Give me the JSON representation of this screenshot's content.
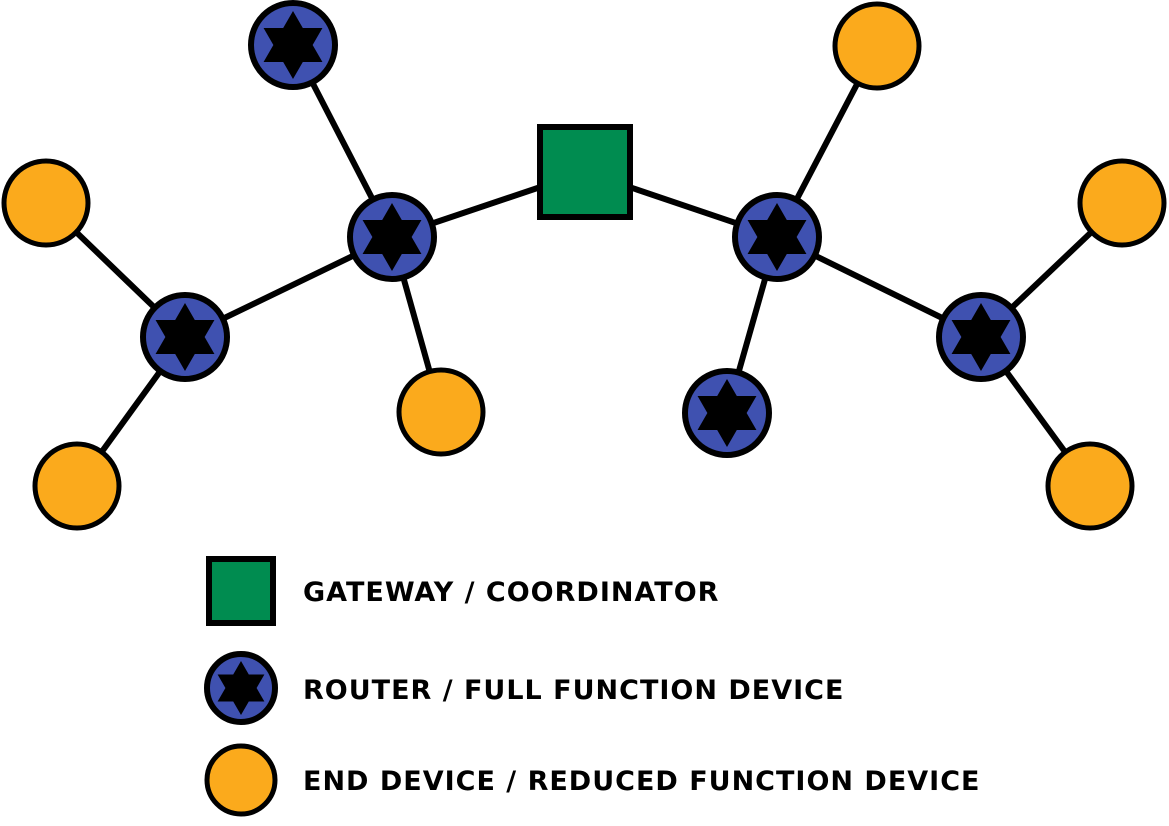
{
  "colors": {
    "coordinator_fill": "#008C50",
    "router_fill": "#3F51B0",
    "end_device_fill": "#FBAA1C",
    "stroke": "#000000",
    "background": "#FFFFFF"
  },
  "legend": {
    "coordinator_label": "GATEWAY / COORDINATOR",
    "router_label": "ROUTER / FULL FUNCTION DEVICE",
    "end_device_label": "END DEVICE / REDUCED FUNCTION DEVICE"
  },
  "network": {
    "nodes": [
      {
        "id": "coordinator",
        "type": "coordinator"
      },
      {
        "id": "router-a",
        "type": "router"
      },
      {
        "id": "router-b",
        "type": "router"
      },
      {
        "id": "router-c",
        "type": "router"
      },
      {
        "id": "router-d",
        "type": "router"
      },
      {
        "id": "router-e",
        "type": "router"
      },
      {
        "id": "router-f",
        "type": "router"
      },
      {
        "id": "end-1",
        "type": "end_device"
      },
      {
        "id": "end-2",
        "type": "end_device"
      },
      {
        "id": "end-3",
        "type": "end_device"
      },
      {
        "id": "end-4",
        "type": "end_device"
      },
      {
        "id": "end-5",
        "type": "end_device"
      },
      {
        "id": "end-6",
        "type": "end_device"
      }
    ],
    "links": [
      [
        "coordinator",
        "router-a"
      ],
      [
        "coordinator",
        "router-b"
      ],
      [
        "router-a",
        "router-c"
      ],
      [
        "router-a",
        "router-e"
      ],
      [
        "router-a",
        "end-3"
      ],
      [
        "router-c",
        "end-1"
      ],
      [
        "router-c",
        "end-2"
      ],
      [
        "router-b",
        "router-d"
      ],
      [
        "router-b",
        "end-4"
      ],
      [
        "router-b",
        "router-f"
      ],
      [
        "router-d",
        "end-5"
      ],
      [
        "router-d",
        "end-6"
      ]
    ]
  }
}
